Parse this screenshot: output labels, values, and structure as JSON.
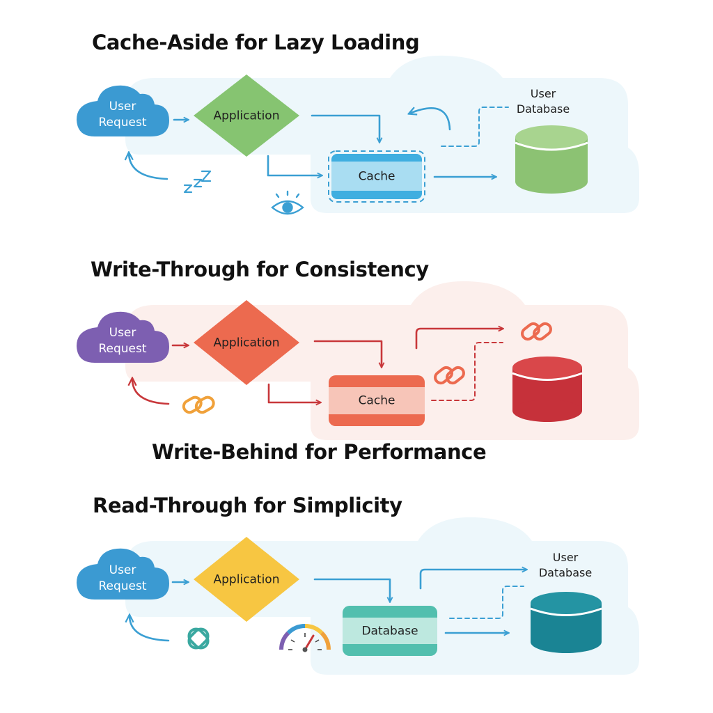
{
  "titles": {
    "cache_aside": "Cache-Aside for Lazy Loading",
    "write_through": "Write-Through for Consistency",
    "write_behind": "Write-Behind for Performance",
    "read_through": "Read-Through for Simplicity"
  },
  "colors": {
    "blue_arrow": "#3a9fd3",
    "red_arrow": "#c8373a",
    "cloud_blue": "#3b9ad2",
    "cloud_purple": "#7d5fb1",
    "diamond_green": "#86c471",
    "diamond_red": "#ec6a4f",
    "diamond_yellow": "#f7c642",
    "cylinder_green": "#8cc273",
    "cylinder_red": "#c6313a",
    "cylinder_teal": "#1a8494",
    "cache_blue": "#a9ddf2",
    "cache_red": "#f4836f",
    "database_teal": "#7dcfc1",
    "bg_blue": "#edf7fb",
    "bg_red": "#fcefec"
  },
  "sections": [
    {
      "user_request": [
        "User",
        "Request"
      ],
      "application": "Application",
      "middle": "Cache",
      "database_label": [
        "User",
        "Database"
      ],
      "icons": [
        "sleep-zzz-icon",
        "eye-icon"
      ]
    },
    {
      "user_request": [
        "User",
        "Request"
      ],
      "application": "Application",
      "middle": "Cache",
      "icons": [
        "chain-link-icon",
        "chain-link-icon",
        "chain-link-icon"
      ]
    },
    {
      "user_request": [
        "User",
        "Request"
      ],
      "application": "Application",
      "middle": "Database",
      "database_label": [
        "User",
        "Database"
      ],
      "icons": [
        "puzzle-icon",
        "speedometer-icon"
      ]
    }
  ]
}
